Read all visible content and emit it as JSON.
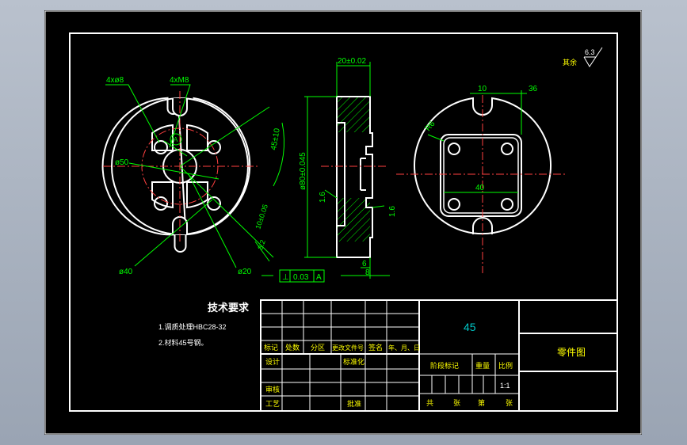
{
  "colors": {
    "background": "#000000",
    "outline": "#ffffff",
    "dimension": "#00ff00",
    "frame": "#ffffff",
    "title_text": "#ffff00",
    "center": "#ff4040",
    "material_text": "#00c8c8"
  },
  "front_view": {
    "labels": {
      "holes_bolt": "4xø8",
      "holes_thread": "4xM8",
      "datum": "A",
      "dia_outer": "ø50",
      "dia_inner": "ø40",
      "dia_bore": "ø20",
      "angle": "45±10",
      "radial_a": "10±0.05",
      "radial_b": "3.2"
    },
    "tolerance_frame": {
      "symbol": "⊥",
      "value": "0.03",
      "datum": "A"
    }
  },
  "side_view": {
    "labels": {
      "width_top": "20±0.02",
      "diameter": "ø80±0.045",
      "roughness_left": "1.6",
      "roughness_right": "1.6",
      "dim_6": "6",
      "dim_8": "8"
    }
  },
  "right_view": {
    "labels": {
      "dim_10": "10",
      "dim_36": "36",
      "radius": "R6",
      "dim_40": "40"
    }
  },
  "roughness_note": {
    "prefix": "其余",
    "value": "6.3"
  },
  "requirements": {
    "title": "技术要求",
    "items": [
      "1.调质处理HBC28-32",
      "2.材料45号钢。"
    ]
  },
  "title_block": {
    "material": "45",
    "drawing_name": "零件图",
    "rev_headers": [
      "标记",
      "处数",
      "分区",
      "更改文件号",
      "签名",
      "年、月、日"
    ],
    "design": "设计",
    "standardize": "标准化",
    "review": "审核",
    "process": "工艺",
    "approve": "批准",
    "stage_mark": "阶段标记",
    "weight": "重量",
    "scale_label": "比例",
    "scale_value": "1:1",
    "sheet_total": "共",
    "sheet_unit": "张",
    "sheet_no": "第",
    "sheet_unit2": "张"
  }
}
